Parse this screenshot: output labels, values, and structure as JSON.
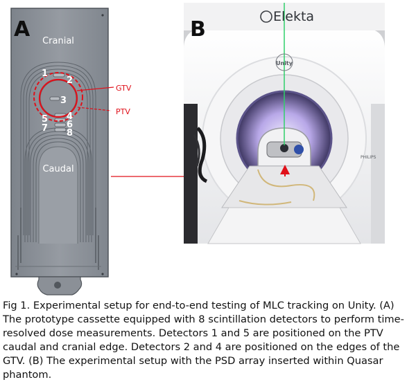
{
  "panel_a": {
    "letter": "A",
    "top_label": "Cranial",
    "bottom_label": "Caudal",
    "detectors": [
      "1",
      "2",
      "3",
      "4",
      "5",
      "6",
      "7",
      "8"
    ],
    "gtv_label": "GTV",
    "ptv_label": "PTV"
  },
  "panel_b": {
    "letter": "B",
    "brand": "Elekta",
    "unity_text": "Unity",
    "philips_text": "PHILIPS"
  },
  "caption": "Fig 1. Experimental setup for end-to-end testing of MLC tracking on Unity. (A) The prototype cassette equipped with 8 scintillation detectors to perform time-resolved dose measurements. Detectors 1 and 5 are positioned on the PTV caudal and cranial edge. Detectors 2 and 4 are positioned on the edges of the GTV. (B) The experimental setup with the PSD array inserted within Quasar phantom.",
  "colors": {
    "plate": "#8a8f96",
    "annotation_red": "#e0101a",
    "laser_green": "#2fd06a"
  }
}
